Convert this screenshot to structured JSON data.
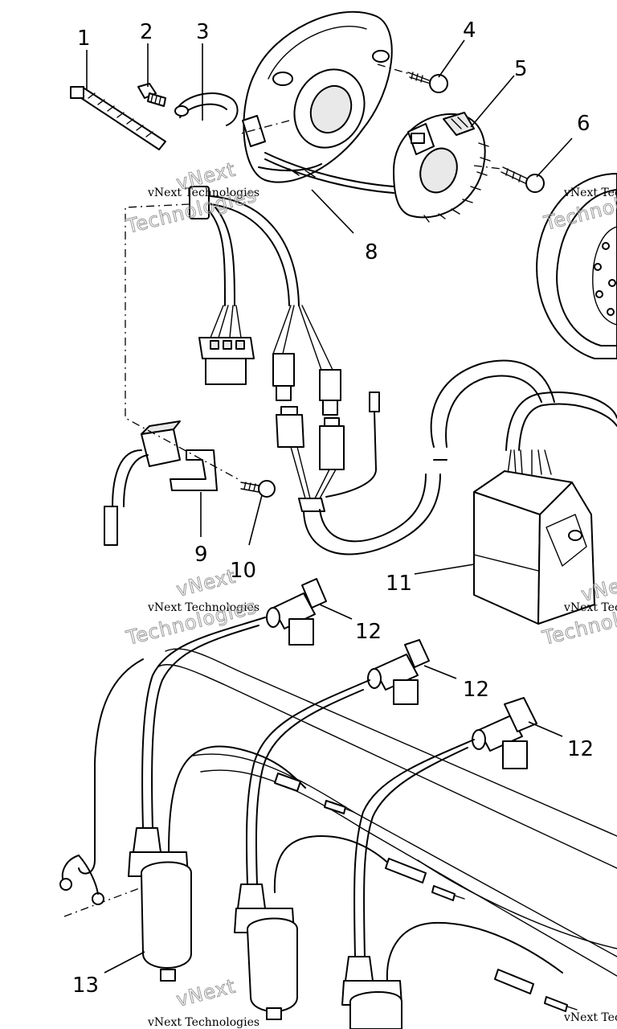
{
  "callouts": {
    "c1": "1",
    "c2": "2",
    "c3": "3",
    "c4": "4",
    "c5": "5",
    "c6": "6",
    "c8": "8",
    "c9": "9",
    "c10": "10",
    "c11": "11",
    "c12a": "12",
    "c12b": "12",
    "c12c": "12",
    "c13": "13"
  },
  "watermark": {
    "company": "vNext Technologies",
    "word1": "vNext",
    "word2": "Technologies"
  }
}
